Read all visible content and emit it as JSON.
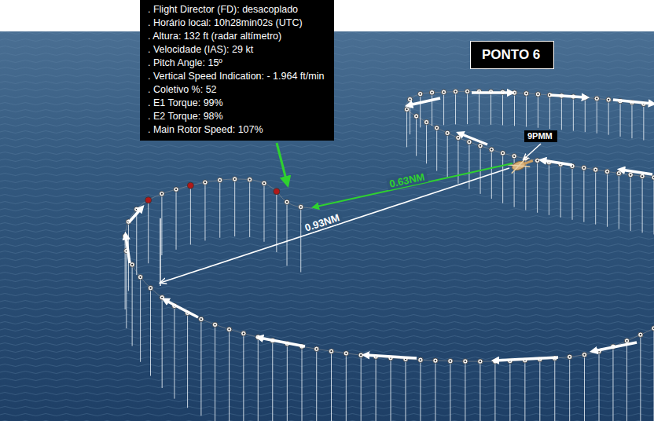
{
  "diagram": {
    "nodes": [
      {
        "text": [
          ". Flight Director (FD): desacoplado",
          ". Horário local: 10h28min02s (UTC)",
          ". Altura: 132 ft (radar altímetro)",
          ". Velocidade (IAS): 29 kt",
          ". Pitch Angle: 15º",
          ". Vertical Speed Indication: - 1.964 ft/min",
          ". Coletivo %: 52",
          ". E1 Torque: 99%",
          ". E2 Torque: 98%",
          ". Main Rotor Speed: 107%"
        ]
      },
      {
        "text": [
          "PONTO 6"
        ]
      },
      {
        "text": [
          "9PMM"
        ]
      }
    ],
    "labels": [
      "0.63NM",
      "0.93NM"
    ]
  }
}
